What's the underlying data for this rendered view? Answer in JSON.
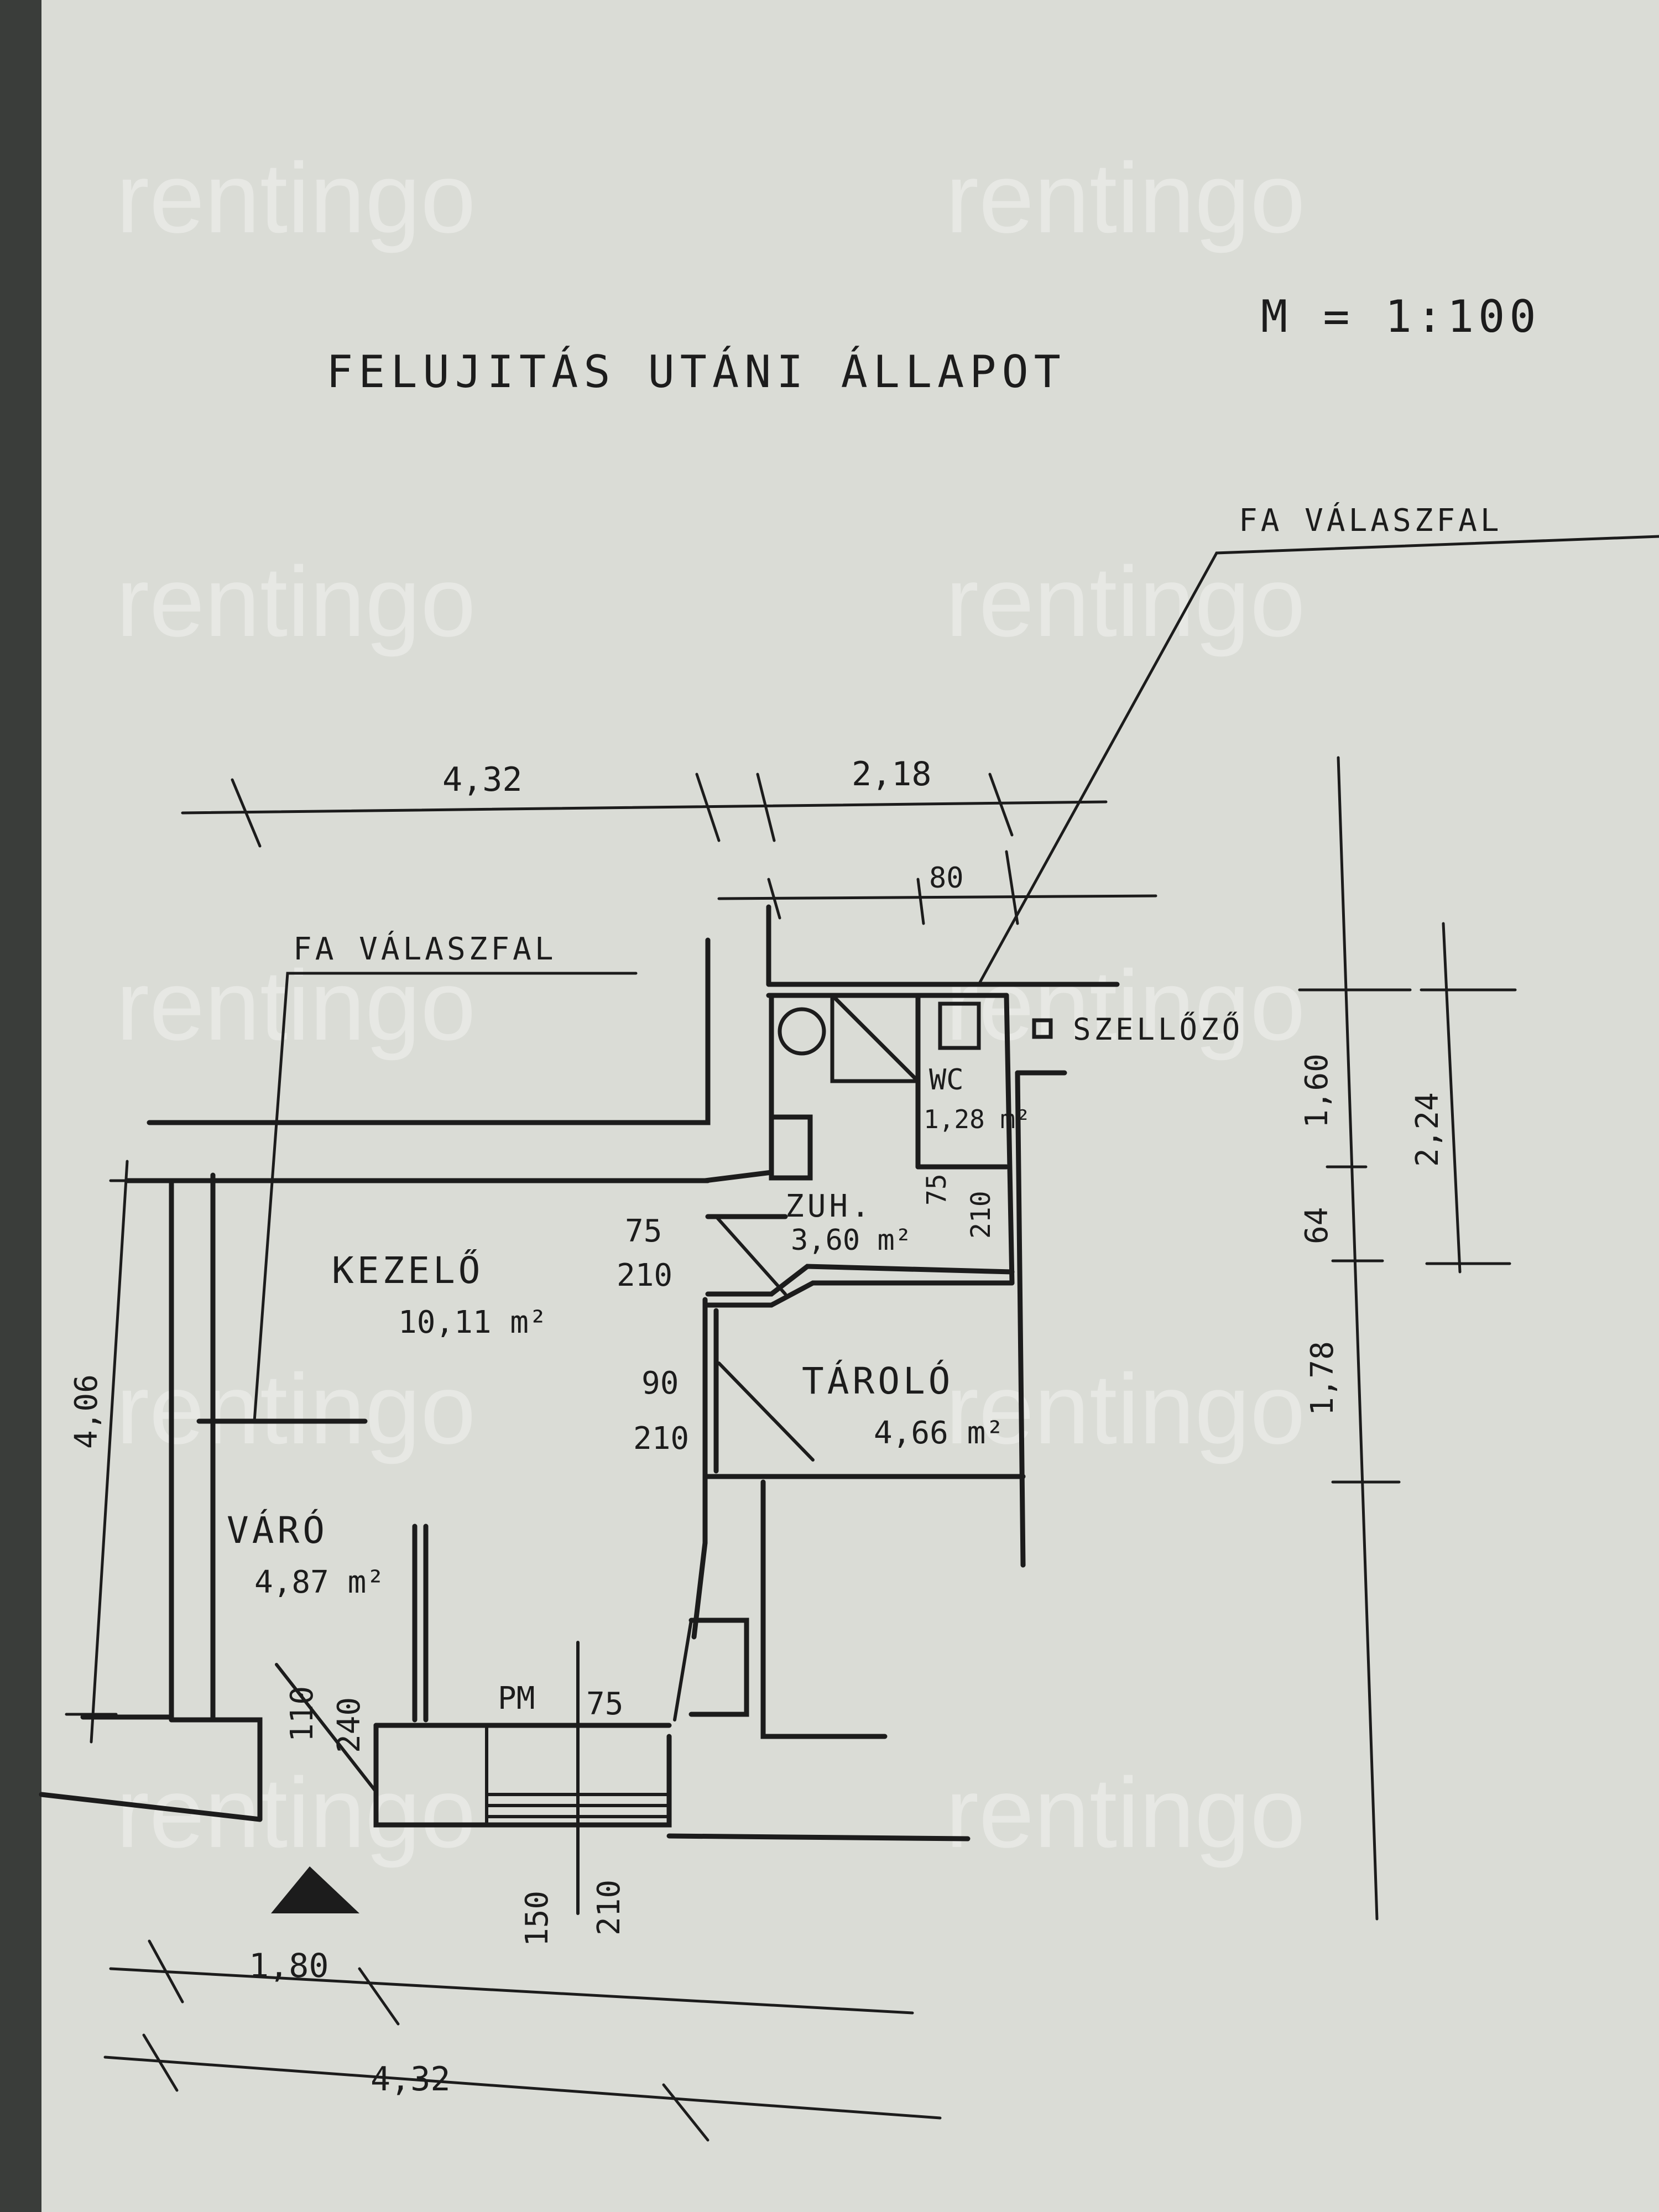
{
  "title": "FELUJITÁS UTÁNI ÁLLAPOT",
  "scale": "M = 1:100",
  "labels": {
    "fa_valaszfal_top": "FA VÁLASZFAL",
    "fa_valaszfal_left": "FA VÁLASZFAL",
    "szellozo": "SZELLŐZŐ"
  },
  "rooms": {
    "kezelo": {
      "name": "KEZELŐ",
      "area": "10,11 m²"
    },
    "varo": {
      "name": "VÁRÓ",
      "area": "4,87 m²"
    },
    "wc": {
      "name": "WC",
      "area": "1,28 m²"
    },
    "zuh": {
      "name": "ZUH.",
      "area": "3,60 m²"
    },
    "tarolo": {
      "name": "TÁROLÓ",
      "area": "4,66 m²"
    }
  },
  "dimensions": {
    "top_left": "4,32",
    "top_right": "2,18",
    "top_small": "80",
    "right_1": "1,60",
    "right_2": "64",
    "right_3": "1,78",
    "right_total": "2,24",
    "left_height": "4,06",
    "bottom_1": "1,80",
    "bottom_2": "4,32"
  },
  "openings": {
    "door1_w": "75",
    "door1_h": "210",
    "door2_w": "90",
    "door2_h": "210",
    "wc_w": "75",
    "wc_h": "210",
    "entry_w": "110",
    "entry_h": "240",
    "pm": "PM",
    "pm_w": "75",
    "bottom_w": "150",
    "bottom_h": "210"
  },
  "watermark": "rentingo"
}
